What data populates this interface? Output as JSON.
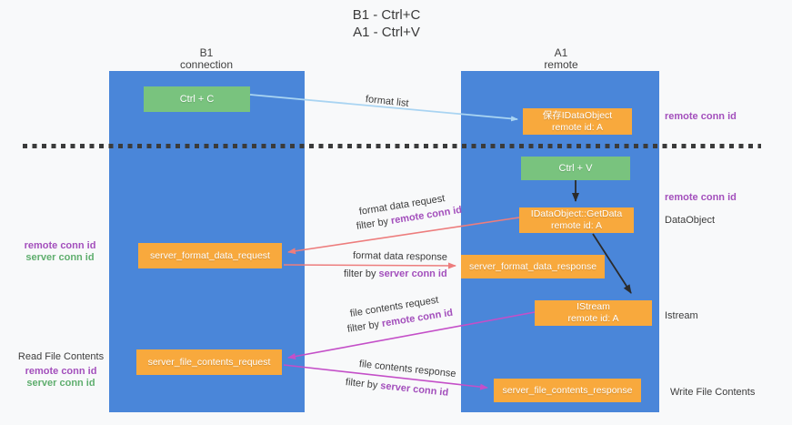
{
  "title": {
    "line1": "B1 - Ctrl+C",
    "line2": "A1 - Ctrl+V"
  },
  "lifelines": {
    "left": {
      "title": "B1",
      "subtitle": "connection"
    },
    "right": {
      "title": "A1",
      "subtitle": "remote"
    }
  },
  "boxes": {
    "ctrl_c": {
      "label": "Ctrl + C"
    },
    "save_dataobject": {
      "line1": "保存IDataObject",
      "line2": "remote id: A"
    },
    "ctrl_v": {
      "label": "Ctrl + V"
    },
    "getdata": {
      "line1": "IDataObject::GetData",
      "line2": "remote id: A"
    },
    "format_request": {
      "label": "server_format_data_request"
    },
    "format_response": {
      "label": "server_format_data_response"
    },
    "istream": {
      "line1": "IStream",
      "line2": "remote id: A"
    },
    "file_request": {
      "label": "server_file_contents_request"
    },
    "file_response": {
      "label": "server_file_contents_response"
    }
  },
  "arrows": {
    "format_list": {
      "label": "format list"
    },
    "format_request": {
      "label": "format data request",
      "filter_prefix": "filter by ",
      "filter_id": "remote conn id"
    },
    "format_response": {
      "label": "format data response",
      "filter_prefix": "filter by ",
      "filter_id": "server conn id"
    },
    "file_request": {
      "label": "file contents request",
      "filter_prefix": "filter by ",
      "filter_id": "remote conn id"
    },
    "file_response": {
      "label": "file contents response",
      "filter_prefix": "filter by ",
      "filter_id": "server conn id"
    }
  },
  "annotations": {
    "right_top_conn_id": "remote conn id",
    "right_mid_conn_id": "remote conn id",
    "dataobject": "DataObject",
    "istream": "Istream",
    "write_file": "Write File Contents",
    "left_mid": {
      "remote": "remote conn id",
      "server": "server conn id"
    },
    "left_bottom": {
      "title": "Read File Contents",
      "remote": "remote conn id",
      "server": "server conn id"
    }
  },
  "colors": {
    "column_blue": "#4A86D9",
    "box_green": "#79C37E",
    "box_orange": "#F8A93D",
    "conn_purple": "#A34FBC",
    "conn_green": "#5FAE6E",
    "arrow_blue": "#A9D4F2",
    "arrow_red": "#ED7D7D",
    "arrow_magenta": "#C44FC8",
    "arrow_black": "#2B2B2B",
    "text_dark": "#3F3F3F",
    "background": "#F8F9FA"
  }
}
